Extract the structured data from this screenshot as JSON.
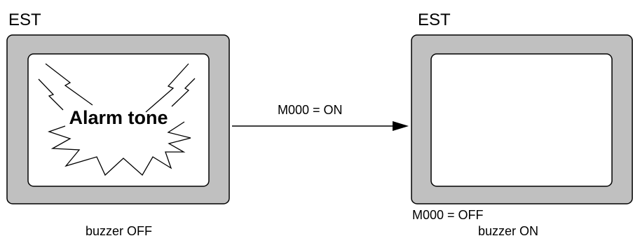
{
  "left_panel": {
    "title": "EST",
    "alarm_text": "Alarm tone",
    "caption": "buzzer OFF"
  },
  "transition": {
    "label": "M000 = ON"
  },
  "right_panel": {
    "title": "EST",
    "status": "M000 = OFF",
    "caption": "buzzer ON"
  },
  "colors": {
    "bezel": "#c0c0c0",
    "screen": "#ffffff",
    "stroke": "#000000"
  }
}
